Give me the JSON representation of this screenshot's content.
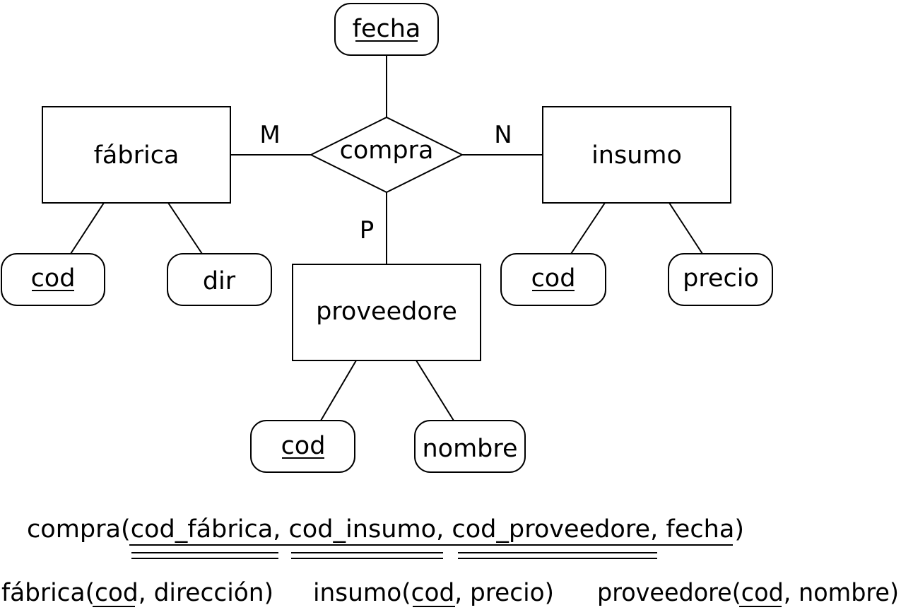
{
  "relationship": {
    "name": "compra",
    "attribute": "fecha"
  },
  "entities": {
    "fabrica": {
      "name": "fábrica",
      "attributes": [
        "cod",
        "dir"
      ],
      "cardinality": "M"
    },
    "insumo": {
      "name": "insumo",
      "attributes": [
        "cod",
        "precio"
      ],
      "cardinality": "N"
    },
    "proveedore": {
      "name": "proveedore",
      "attributes": [
        "cod",
        "nombre"
      ],
      "cardinality": "P"
    }
  },
  "schemas": {
    "compra": {
      "name": "compra",
      "open": "(",
      "fields": [
        "cod_fábrica",
        "cod_insumo",
        "cod_proveedore",
        "fecha"
      ],
      "sep": ", ",
      "close": ")"
    },
    "fabrica": {
      "name": "fábrica",
      "open": "(",
      "key": "cod",
      "rest": ", dirección",
      "close": ")"
    },
    "insumo": {
      "name": "insumo",
      "open": "(",
      "key": "cod",
      "rest": ", precio",
      "close": ")"
    },
    "proveedore": {
      "name": "proveedore",
      "open": "(",
      "key": "cod",
      "rest": ", nombre",
      "close": ")"
    }
  }
}
